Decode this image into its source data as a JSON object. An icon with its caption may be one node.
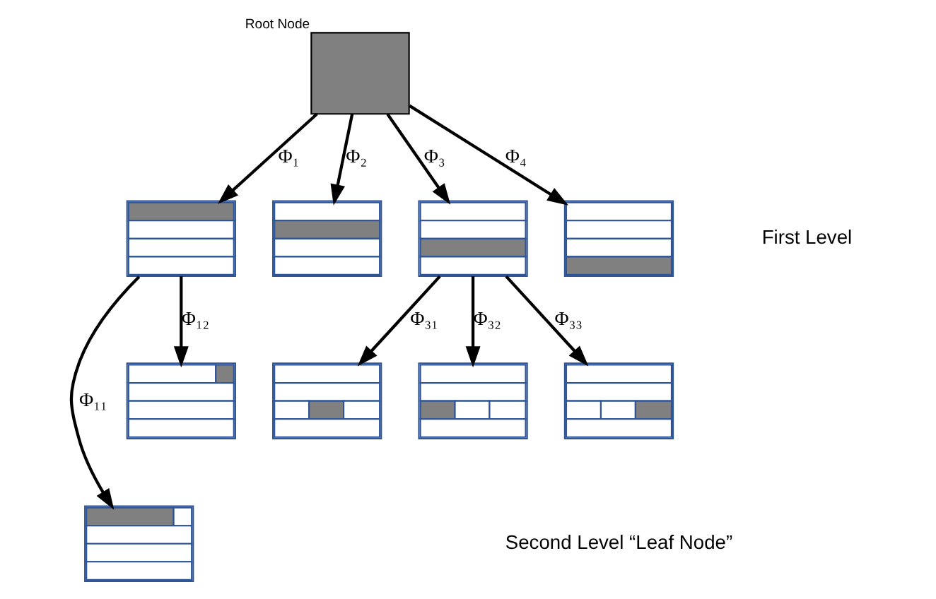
{
  "diagram": {
    "nodes": [
      {
        "text": [],
        "shape": "box",
        "beside": [
          "Root Node"
        ]
      },
      {
        "text": [],
        "shape": "box"
      },
      {
        "text": [],
        "shape": "box"
      },
      {
        "text": [],
        "shape": "box"
      },
      {
        "text": [],
        "shape": "box"
      },
      {
        "text": [],
        "shape": "box"
      },
      {
        "text": [],
        "shape": "box"
      },
      {
        "text": [],
        "shape": "box"
      },
      {
        "text": [],
        "shape": "box"
      },
      {
        "text": [],
        "shape": "box"
      }
    ],
    "edges": [
      {
        "from": 0,
        "to": 1,
        "arrow": "to",
        "label": "Φ₁"
      },
      {
        "from": 0,
        "to": 2,
        "arrow": "to",
        "label": "Φ₂"
      },
      {
        "from": 0,
        "to": 3,
        "arrow": "to",
        "label": "Φ₃"
      },
      {
        "from": 0,
        "to": 4,
        "arrow": "to",
        "label": "Φ₄"
      },
      {
        "from": 3,
        "to": 5,
        "arrow": "to",
        "label": "Φ₃₁"
      },
      {
        "from": 3,
        "to": 6,
        "arrow": "to",
        "label": "Φ₃₂"
      },
      {
        "from": 3,
        "to": 7,
        "arrow": "to",
        "label": "Φ₃₃"
      },
      {
        "from": 1,
        "to": 8,
        "arrow": "to",
        "label": "Φ₁₁"
      },
      {
        "from": 1,
        "to": 9,
        "arrow": "to",
        "label": "Φ₁₂"
      }
    ],
    "labels": [
      "First Level",
      "Second Level “Leaf Node”"
    ]
  }
}
